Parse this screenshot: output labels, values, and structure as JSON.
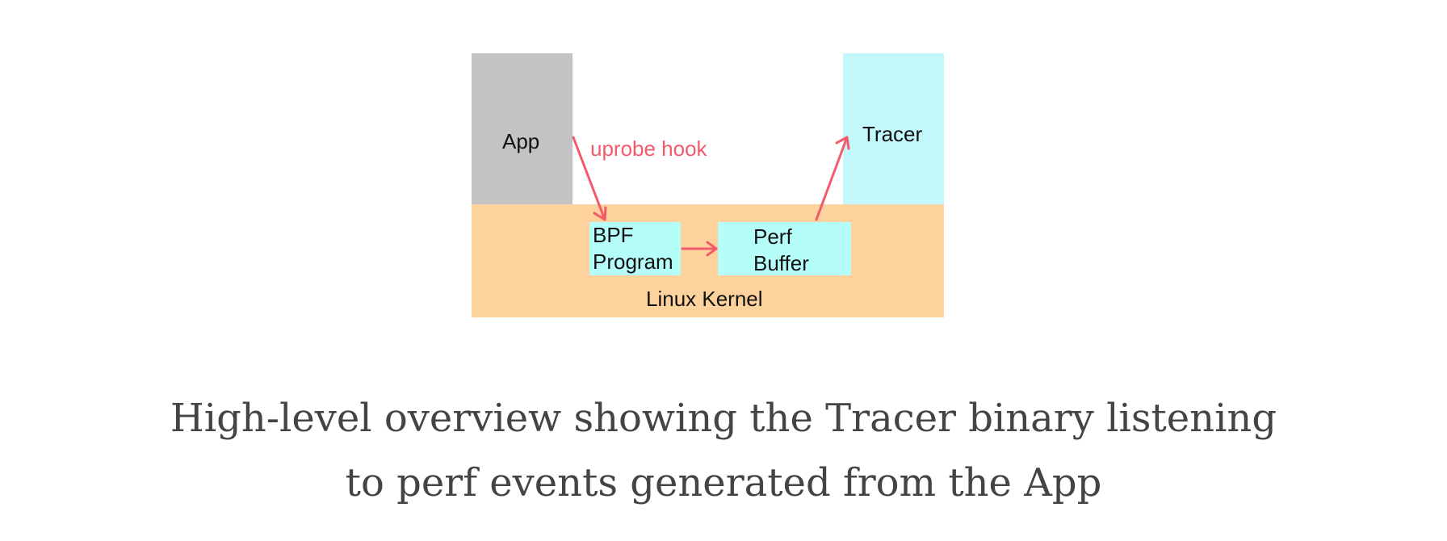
{
  "diagram": {
    "app_label": "App",
    "tracer_label": "Tracer",
    "kernel_label": "Linux Kernel",
    "bpf_label_lines": [
      "BPF",
      "Program"
    ],
    "perf_label_lines": [
      "Perf",
      "Buffer"
    ],
    "hook_label": "uprobe hook",
    "colors": {
      "app": "#c3c3c3",
      "tracer": "#c2f8fc",
      "kernel": "#fdd29d",
      "inner_boxes": "#b4fdf8",
      "arrow": "#f45a6a",
      "text": "#111111"
    }
  },
  "caption": {
    "lines": [
      "High-level overview showing the Tracer binary listening",
      "to perf events generated from the App"
    ]
  }
}
